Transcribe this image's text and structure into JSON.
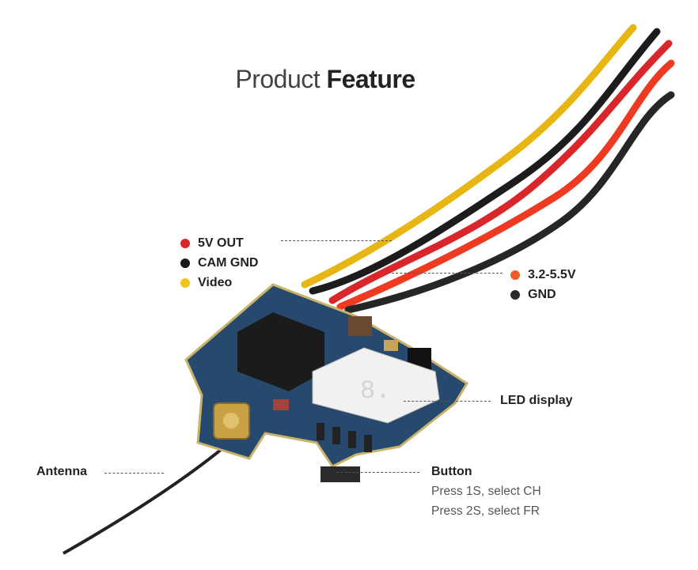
{
  "title": {
    "light": "Product",
    "bold": "Feature"
  },
  "labels": {
    "v5_out": "5V OUT",
    "cam_gnd": "CAM GND",
    "video": "Video",
    "power": "3.2-5.5V",
    "gnd": "GND",
    "led_display": "LED display",
    "antenna": "Antenna",
    "button": "Button",
    "button_line1": "Press 1S, select CH",
    "button_line2": "Press 2S, select FR"
  },
  "colors": {
    "v5_out": "#d9262a",
    "cam_gnd": "#1a1a1a",
    "video": "#f0c419",
    "power": "#ee5b2b",
    "gnd": "#2a2a2a"
  }
}
